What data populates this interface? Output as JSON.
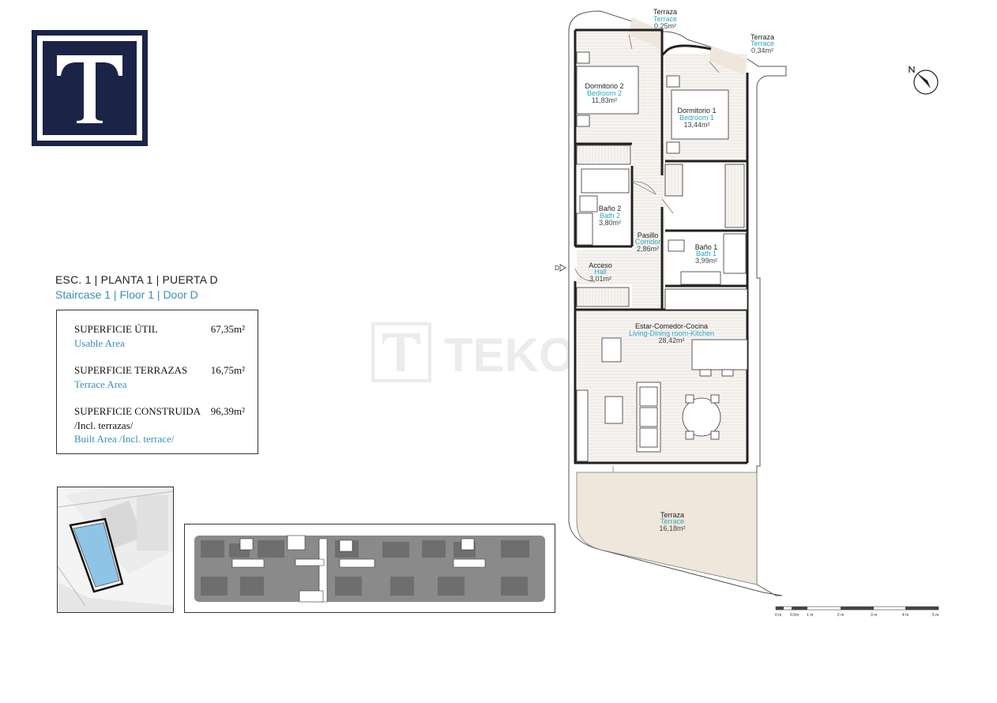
{
  "unit": {
    "title_es": "ESC. 1 | PLANTA 1 | PUERTA D",
    "title_en": "Staircase 1 | Floor 1 | Door D"
  },
  "surfaces": [
    {
      "label_es": "SUPERFICIE ÚTIL",
      "label_en": "Usable Area",
      "value": "67,35m²"
    },
    {
      "label_es": "SUPERFICIE TERRAZAS",
      "label_en": "Terrace Area",
      "value": "16,75m²"
    },
    {
      "label_es": "SUPERFICIE CONSTRUIDA",
      "label_es_2": "/Incl. terrazas/",
      "label_en": "Built Area /Incl. terrace/",
      "value": "96,39m²"
    }
  ],
  "rooms": {
    "terrace_top1": {
      "es": "Terraza",
      "en": "Terrace",
      "area": "0,25m²"
    },
    "terrace_top2": {
      "es": "Terraza",
      "en": "Terrace",
      "area": "0,34m²"
    },
    "bedroom2": {
      "es": "Dormitorio 2",
      "en": "Bedroom 2",
      "area": "11,83m²"
    },
    "bedroom1": {
      "es": "Dormitorio 1",
      "en": "Bedroom 1",
      "area": "13,44m²"
    },
    "bath2": {
      "es": "Baño 2",
      "en": "Bath 2",
      "area": "3,80m²"
    },
    "corridor": {
      "es": "Pasillo",
      "en": "Corridor",
      "area": "2,86m²"
    },
    "bath1": {
      "es": "Baño 1",
      "en": "Bath 1",
      "area": "3,99m²"
    },
    "hall": {
      "es": "Acceso",
      "en": "Hall",
      "area": "3,01m²"
    },
    "living": {
      "es": "Estar-Comedor-Cocina",
      "en": "Living-Dining room-Kitchen",
      "area": "28,42m²"
    },
    "terrace_main": {
      "es": "Terraza",
      "en": "Terrace",
      "area": "16,18m²"
    }
  },
  "door_marker": "D",
  "watermark_text": "TEKO",
  "scale": {
    "ticks": [
      "0 m",
      "0.5m",
      "1 m",
      "2 m",
      "3 m",
      "4 m",
      "5 m"
    ]
  },
  "colors": {
    "brand_navy": "#1b2447",
    "accent_blue": "#3a8fb7",
    "room_label_blue": "#2aa7c4",
    "terrace_fill": "#efe6dc"
  },
  "icons": {
    "compass": "north-arrow-icon",
    "logo": "teko-logo-t"
  }
}
